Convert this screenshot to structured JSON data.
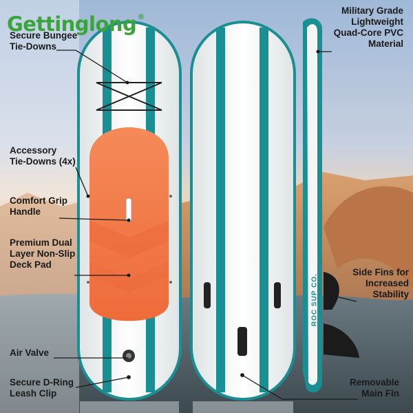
{
  "brand": {
    "name": "Gettinglong",
    "registered_mark": "®",
    "color": "#3aa43a"
  },
  "colors": {
    "teal": "#1a8f93",
    "deck_pad": "#f47c4a",
    "board_white": "#f4f6f6",
    "sky_top": "#a8c2de",
    "rock": "#c88a5a"
  },
  "labels": {
    "bungee": "Secure Bungee\nTie-Downs",
    "accessory": "Accessory\nTie-Downs (4x)",
    "grip": "Comfort Grip\nHandle",
    "deck_pad": "Premium Dual\nLayer Non-Slip\nDeck Pad",
    "air_valve": "Air Valve",
    "d_ring": "Secure D-Ring\nLeash Clip",
    "material": "Military Grade\nLightweight\nQuad-Core PVC\nMaterial",
    "side_fins": "Side Fins for\nIncreased\nStability",
    "main_fin": "Removable\nMain Fin"
  },
  "board_side_text": "ROC SUP CO."
}
